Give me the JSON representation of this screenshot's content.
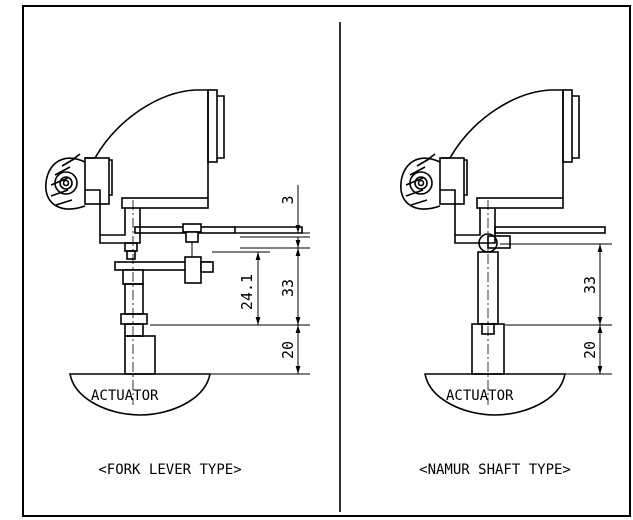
{
  "panels": [
    {
      "id": "fork",
      "caption": "<FORK LEVER TYPE>",
      "actuator_label": "ACTUATOR",
      "dimensions": [
        "3",
        "24.1",
        "33",
        "20"
      ]
    },
    {
      "id": "namur",
      "caption": "<NAMUR SHAFT TYPE>",
      "actuator_label": "ACTUATOR",
      "dimensions": [
        "33",
        "20"
      ]
    }
  ]
}
